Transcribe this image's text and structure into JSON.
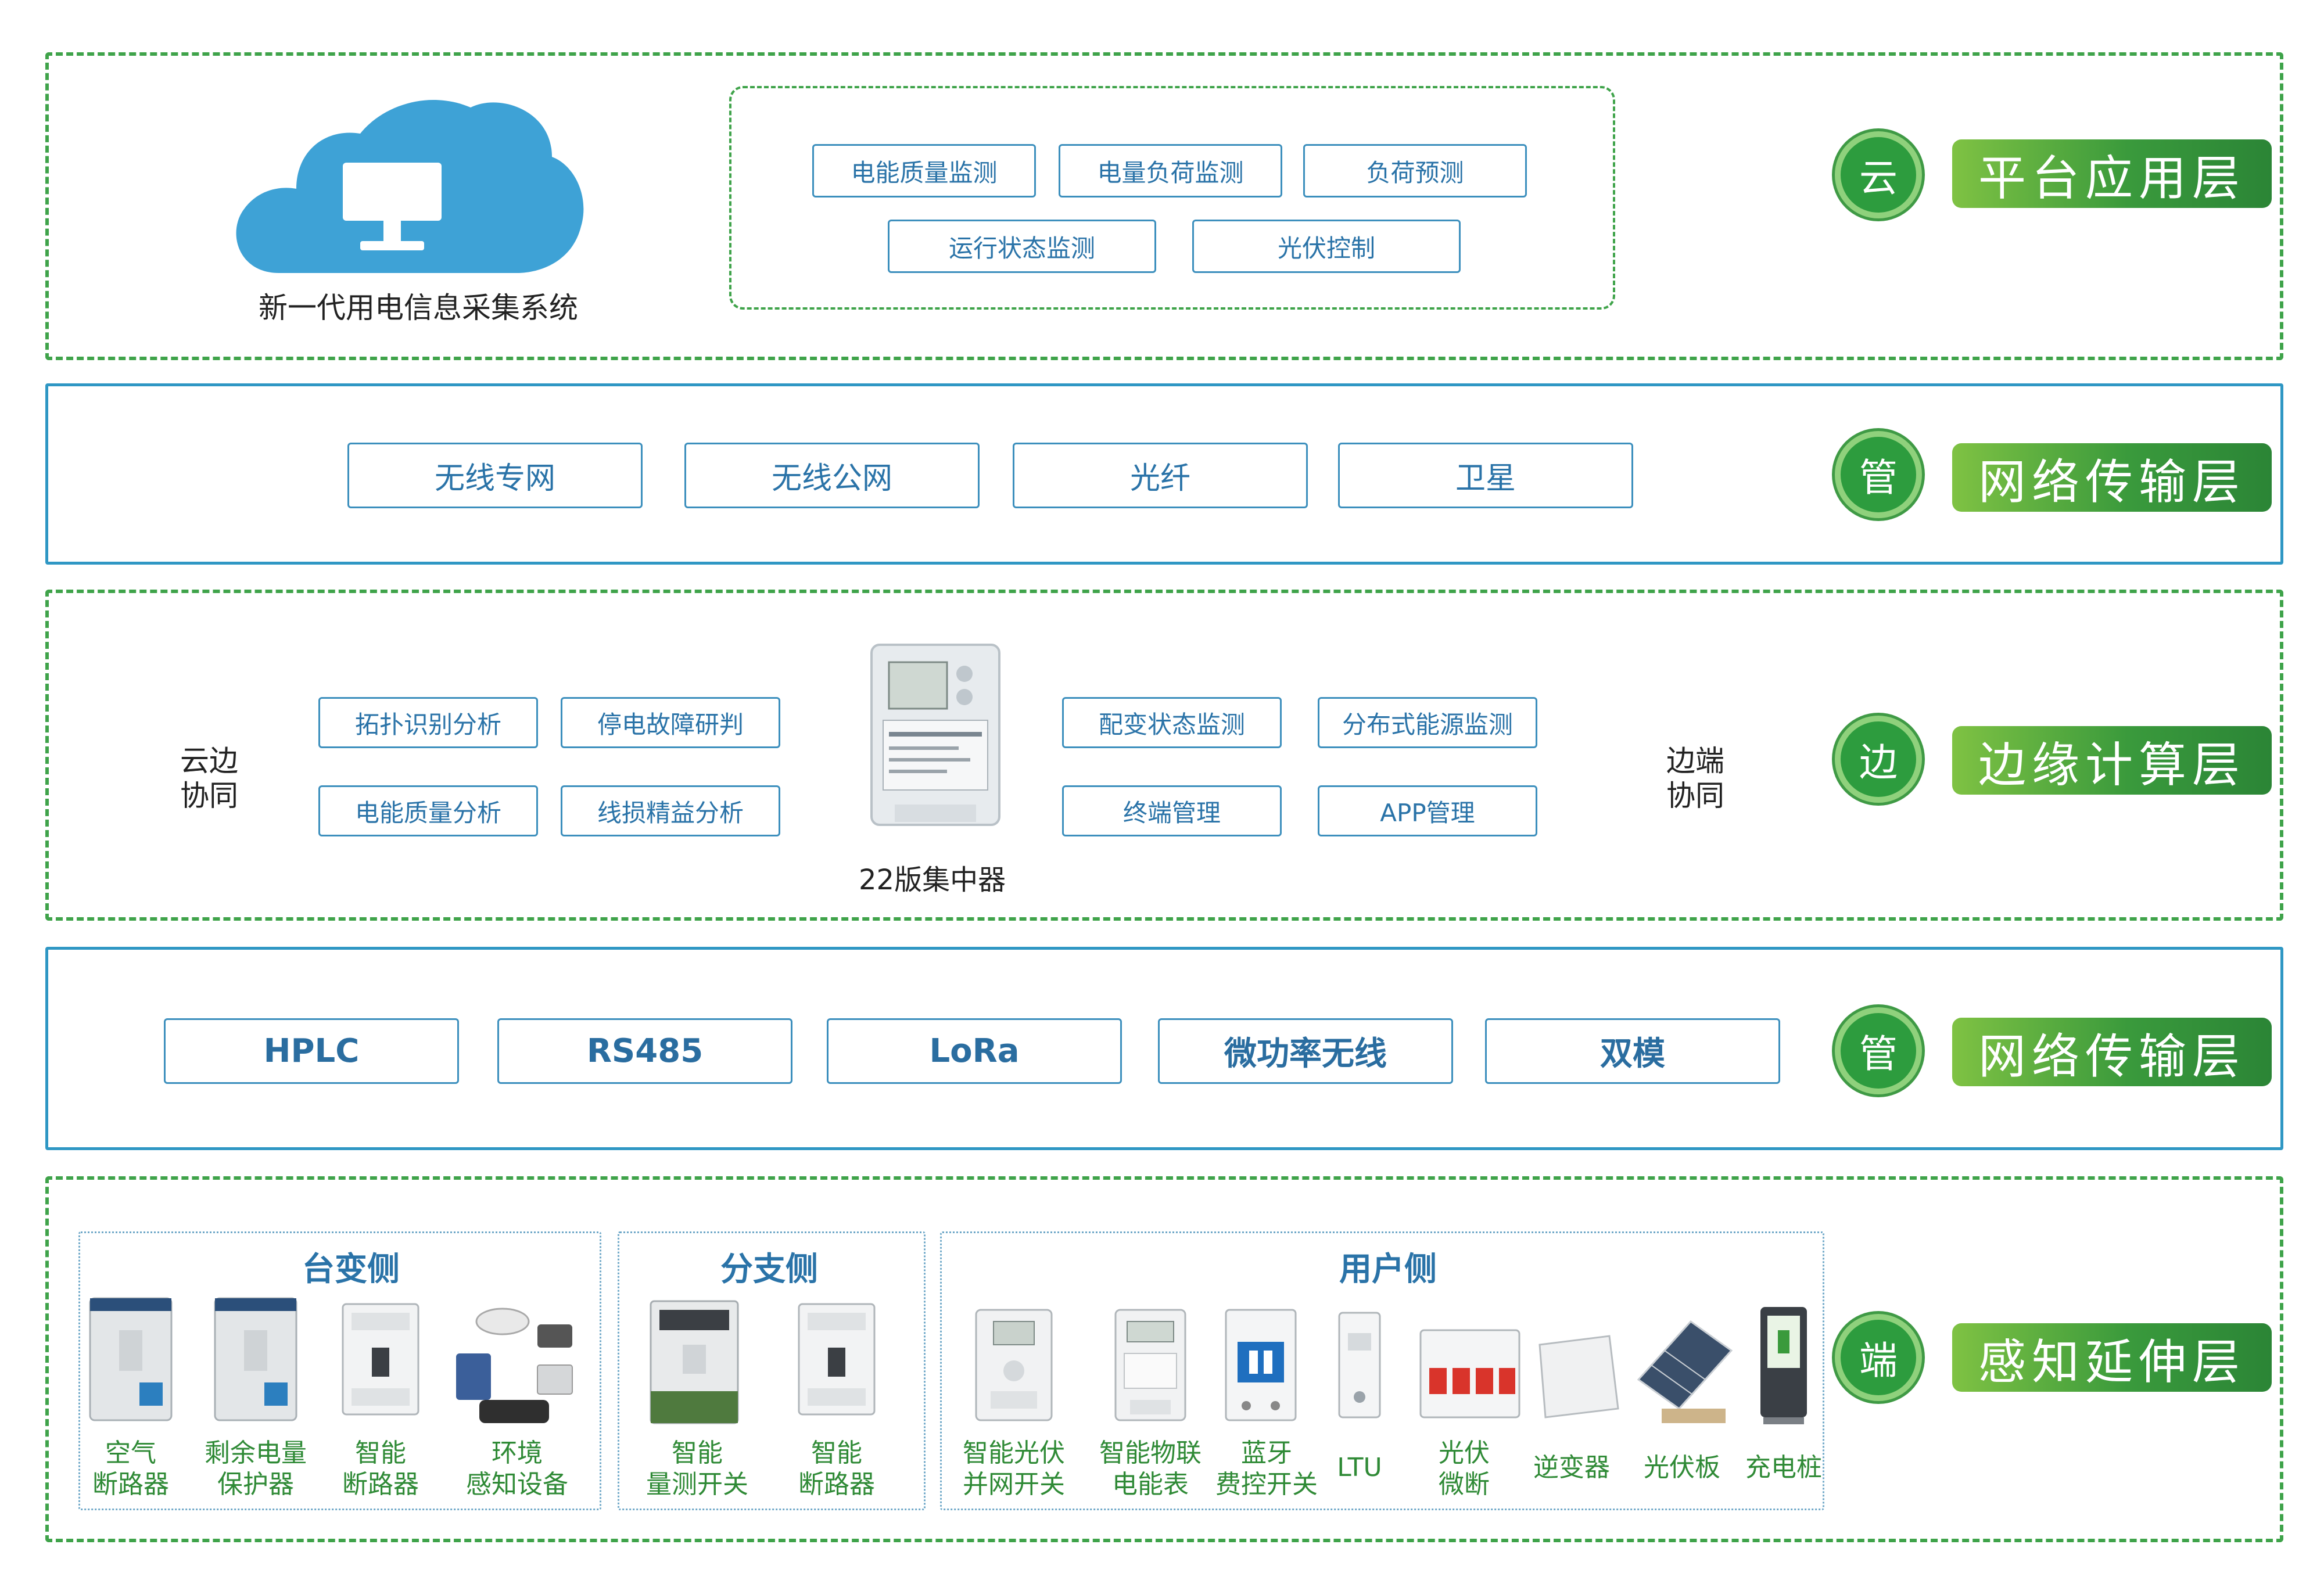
{
  "colors": {
    "green": "#3a9a3c",
    "blue": "#2a73a8",
    "border_blue": "#2f97c4"
  },
  "cloud_layer": {
    "system_name": "新一代用电信息采集系统",
    "functions": [
      "电能质量监测",
      "电量负荷监测",
      "负荷预测",
      "运行状态监测",
      "光伏控制"
    ],
    "badge": "云",
    "label": "平台应用层"
  },
  "network_layer_top": {
    "items": [
      "无线专网",
      "无线公网",
      "光纤",
      "卫星"
    ],
    "badge": "管",
    "label": "网络传输层"
  },
  "edge_layer": {
    "left_note": [
      "云边",
      "协同"
    ],
    "left_functions": [
      "拓扑识别分析",
      "停电故障研判",
      "电能质量分析",
      "线损精益分析"
    ],
    "device_caption": "22版集中器",
    "right_functions": [
      "配变状态监测",
      "分布式能源监测",
      "终端管理",
      "APP管理"
    ],
    "right_note": [
      "边端",
      "协同"
    ],
    "badge": "边",
    "label": "边缘计算层"
  },
  "network_layer_bottom": {
    "items": [
      "HPLC",
      "RS485",
      "LoRa",
      "微功率无线",
      "双模"
    ],
    "badge": "管",
    "label": "网络传输层"
  },
  "sensing_layer": {
    "groups": [
      {
        "title": "台变侧",
        "devices": [
          [
            "空气",
            "断路器"
          ],
          [
            "剩余电量",
            "保护器"
          ],
          [
            "智能",
            "断路器"
          ],
          [
            "环境",
            "感知设备"
          ]
        ]
      },
      {
        "title": "分支侧",
        "devices": [
          [
            "智能",
            "量测开关"
          ],
          [
            "智能",
            "断路器"
          ]
        ]
      },
      {
        "title": "用户侧",
        "devices": [
          [
            "智能光伏",
            "并网开关"
          ],
          [
            "智能物联",
            "电能表"
          ],
          [
            "蓝牙",
            "费控开关"
          ],
          [
            "LTU"
          ],
          [
            "光伏",
            "微断"
          ],
          [
            "逆变器"
          ],
          [
            "光伏板"
          ],
          [
            "充电桩"
          ]
        ]
      }
    ],
    "badge": "端",
    "label": "感知延伸层"
  }
}
